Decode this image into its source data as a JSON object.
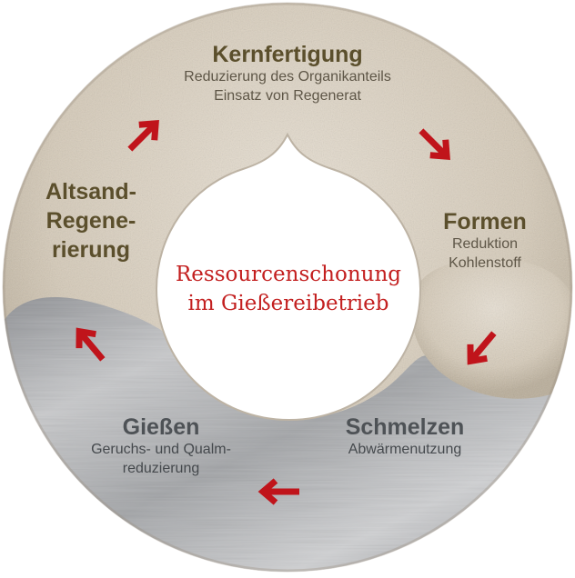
{
  "center": {
    "line1": "Ressourcenschonung",
    "line2": "im Gießereibetrieb"
  },
  "stages": {
    "kernfertigung": {
      "title": "Kernfertigung",
      "line1": "Reduzierung des Organikanteils",
      "line2": "Einsatz von Regenerat"
    },
    "formen": {
      "title": "Formen",
      "line1": "Reduktion",
      "line2": "Kohlenstoff"
    },
    "schmelzen": {
      "title": "Schmelzen",
      "line1": "Abwärmenutzung"
    },
    "giessen": {
      "title": "Gießen",
      "line1": "Geruchs- und Qualm-",
      "line2": "reduzierung"
    },
    "altsand": {
      "line1": "Altsand-",
      "line2": "Regene-",
      "line3": "rierung"
    }
  },
  "colors": {
    "sand": "#d7cdbd",
    "metal": "#a3a5a8",
    "arrow": "#c0141b",
    "center_text": "#c31f1f"
  },
  "icons": [
    "arrow-icon"
  ]
}
